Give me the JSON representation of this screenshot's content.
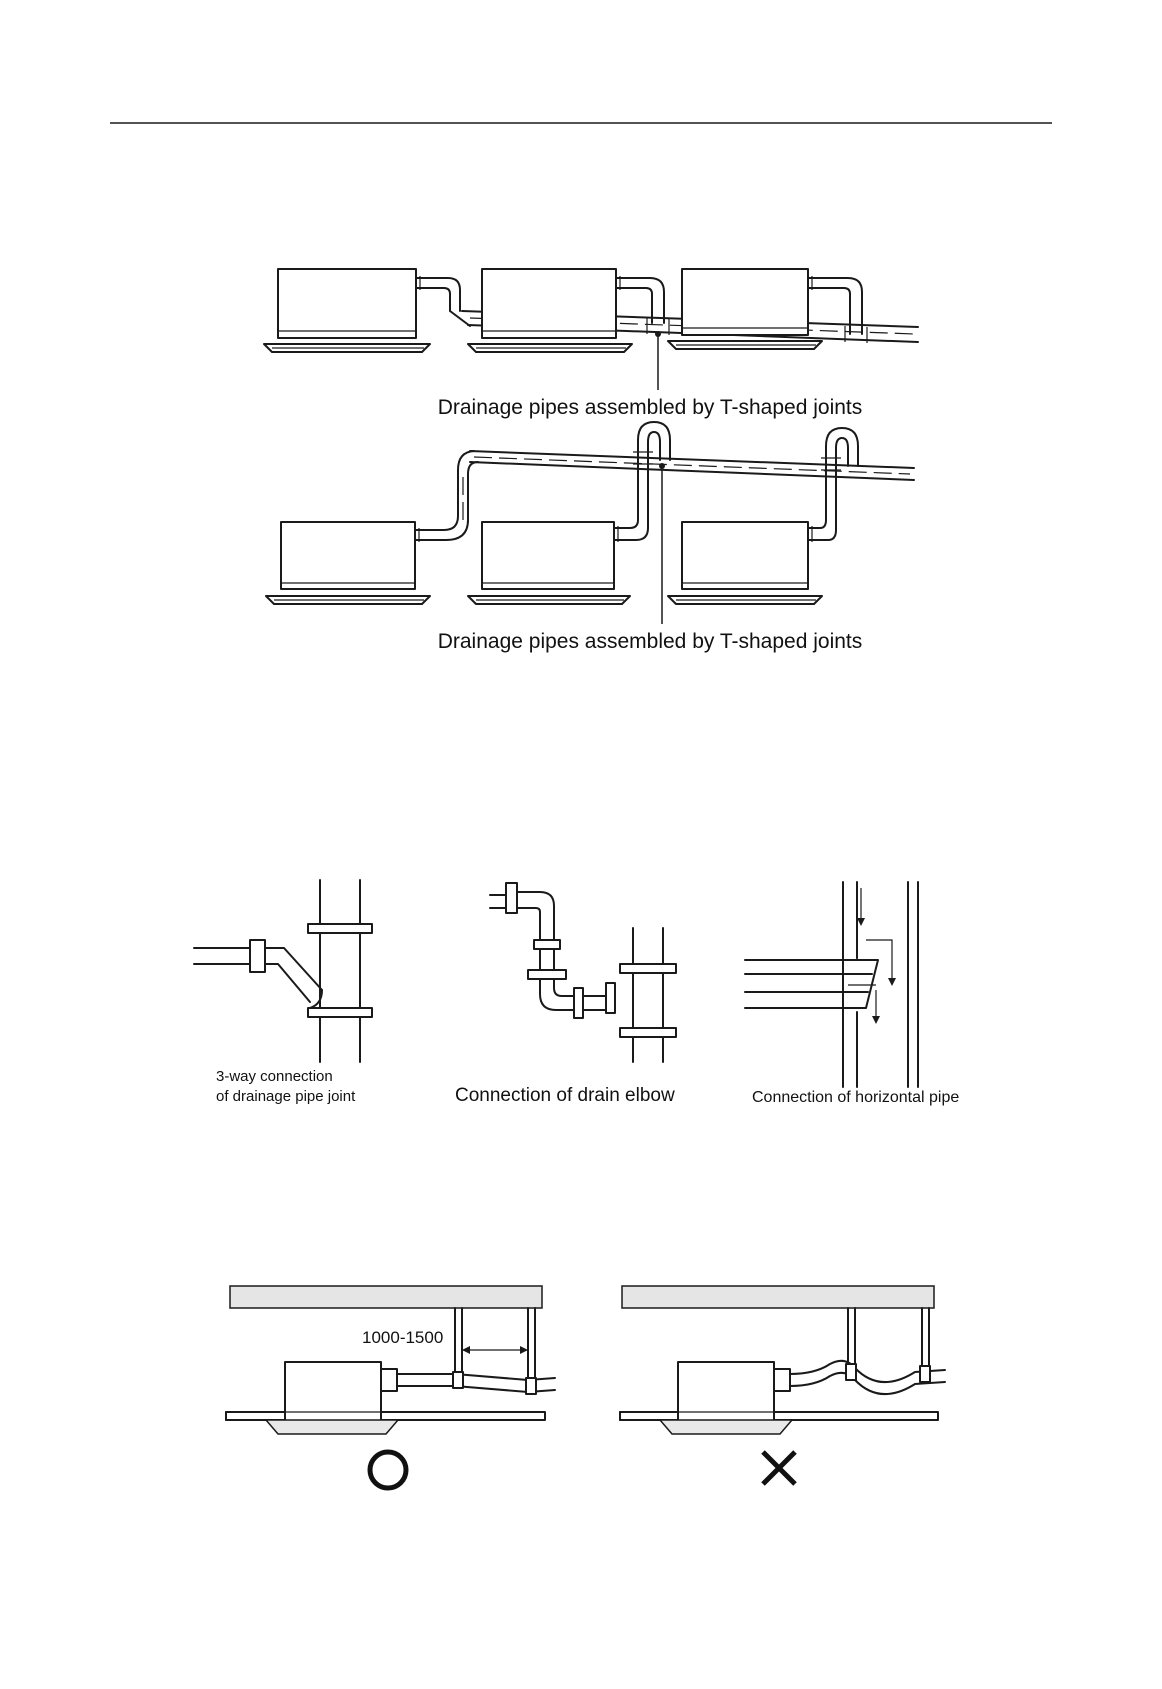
{
  "figure1": {
    "label_top": "Drainage pipes assembled by T-shaped joints",
    "label_bottom": "Drainage pipes assembled by T-shaped joints"
  },
  "figure2": {
    "label_left_line1": "3-way connection",
    "label_left_line2": "of drainage pipe joint",
    "label_middle": "Connection of drain elbow",
    "label_right": "Connection of horizontal pipe"
  },
  "figure3": {
    "dimension": "1000-1500",
    "correct_symbol": "circle-mark",
    "wrong_symbol": "cross-mark"
  }
}
